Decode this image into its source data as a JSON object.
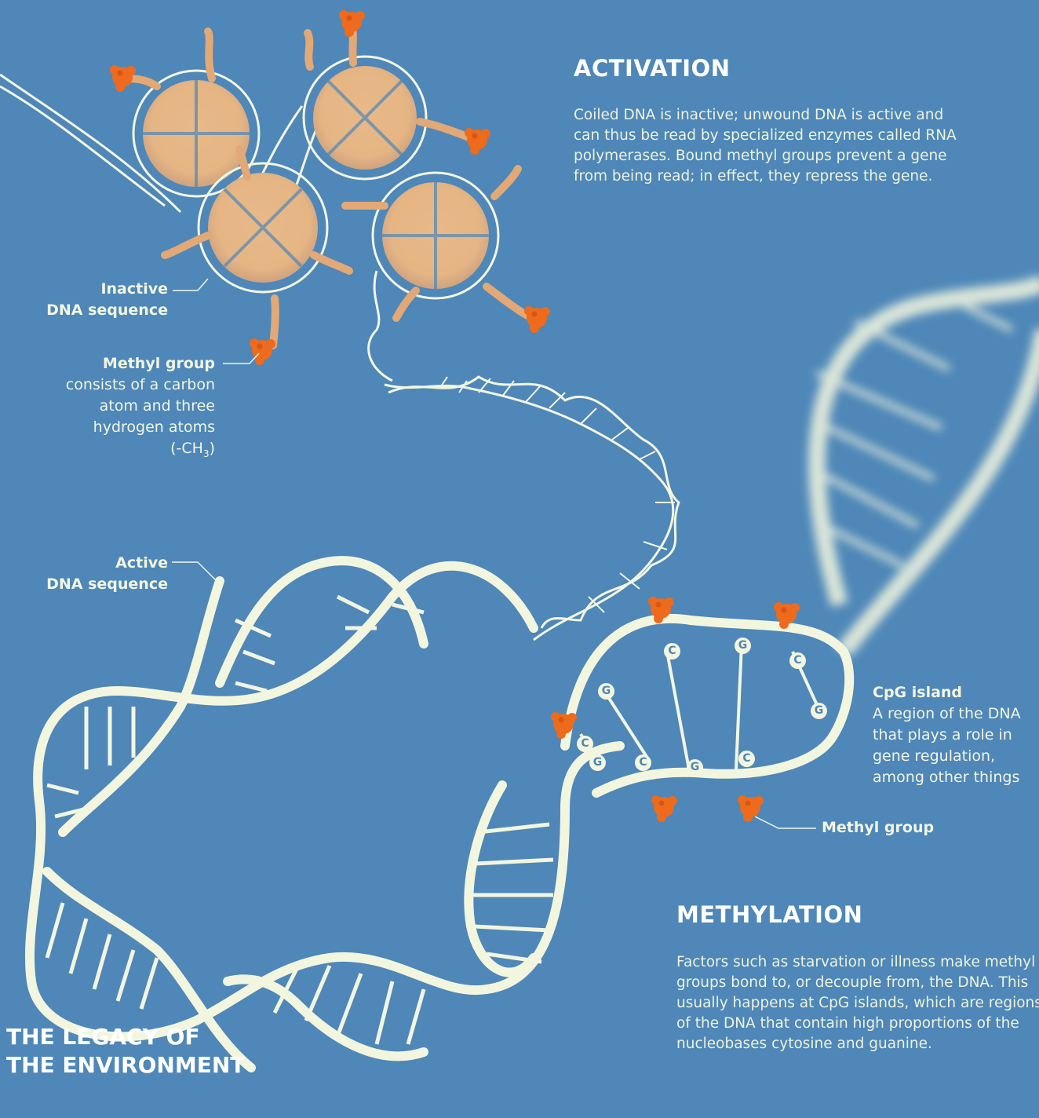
{
  "activation": {
    "title": "ACTIVATION",
    "lines": [
      "Coiled DNA is inactive; unwound DNA is active and",
      "can thus be read by specialized enzymes called RNA",
      "polymerases. Bound methyl groups prevent a gene",
      "from being read; in effect, they repress the gene."
    ]
  },
  "labels": {
    "inactive": {
      "strong": "Inactive",
      "line": "DNA sequence"
    },
    "methyl_top": {
      "strong": "Methyl group",
      "lines": [
        "consists of a carbon",
        "atom and three",
        "hydrogen atoms"
      ],
      "formula_prefix": "(-CH",
      "formula_sub": "3",
      "formula_suffix": ")"
    },
    "active": {
      "strong": "Active",
      "line": "DNA sequence"
    },
    "cpg": {
      "strong": "CpG island",
      "lines": [
        "A region of the DNA",
        "that plays a role in",
        "gene regulation,",
        "among other things"
      ]
    },
    "methyl_bottom": "Methyl group"
  },
  "bases": [
    "C",
    "G",
    "C",
    "G",
    "C",
    "G",
    "C",
    "G",
    "G",
    "C"
  ],
  "methylation": {
    "title": "METHYLATION",
    "lines": [
      "Factors such as starvation or illness make methyl",
      "groups bond to, or decouple from, the DNA. This",
      "usually happens at CpG islands, which are regions",
      "of the DNA that contain high proportions of the",
      "nucleobases cytosine and guanine."
    ]
  },
  "legacy": [
    "THE LEGACY OF",
    "THE ENVIRONMENT"
  ],
  "colors": {
    "background": "#4e87b8",
    "strand": "#f3f6df",
    "histone": "#e8b988",
    "methyl": "#ee6a1c"
  }
}
